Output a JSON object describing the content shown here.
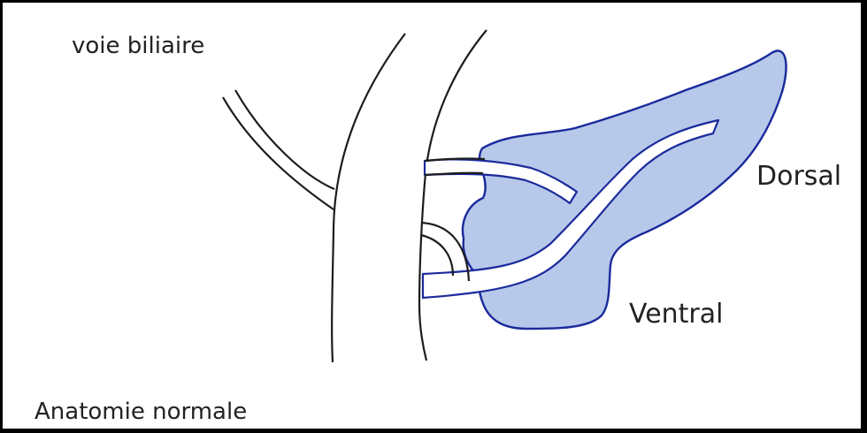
{
  "labels": {
    "bile_duct": "voie biliaire",
    "dorsal": "Dorsal",
    "ventral": "Ventral",
    "caption": "Anatomie normale"
  },
  "colors": {
    "pancreas_fill": "#b7c8ea",
    "pancreas_outline": "#1a2a9c",
    "line": "#1c1c1c",
    "background": "#ffffff",
    "frame": "#000000"
  }
}
